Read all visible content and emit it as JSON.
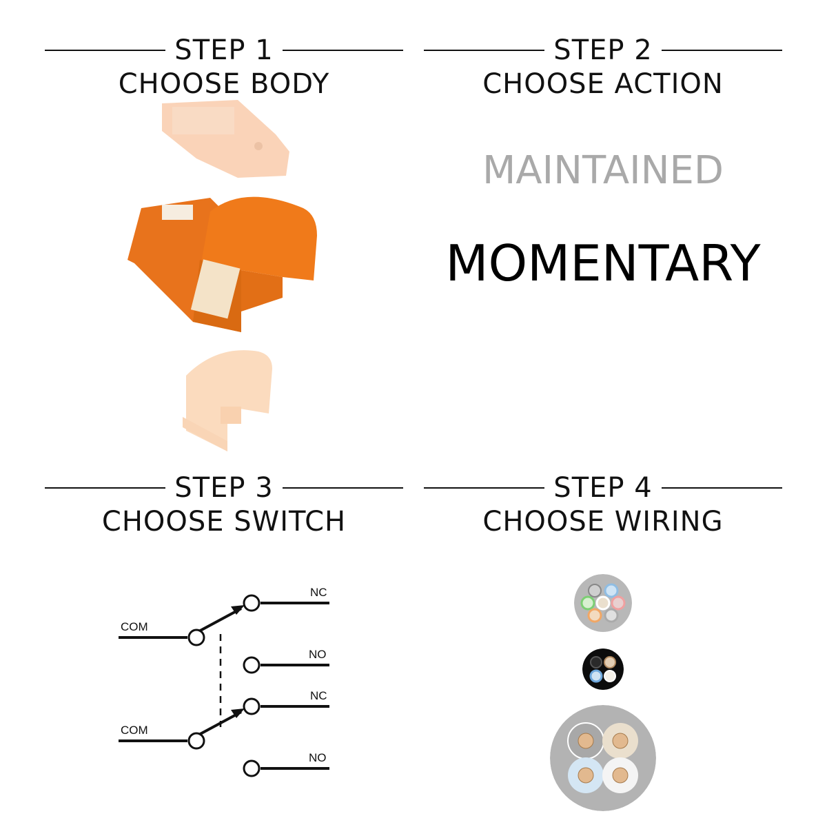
{
  "step1": {
    "step": "STEP 1",
    "title": "CHOOSE BODY"
  },
  "step2": {
    "step": "STEP 2",
    "title": "CHOOSE ACTION",
    "options": [
      {
        "label": "MAINTAINED",
        "selected": false
      },
      {
        "label": "MOMENTARY",
        "selected": true
      }
    ]
  },
  "step3": {
    "step": "STEP 3",
    "title": "CHOOSE SWITCH",
    "labels": {
      "com1": "COM",
      "nc1": "NC",
      "no1": "NO",
      "com2": "COM",
      "nc2": "NC",
      "no2": "NO"
    }
  },
  "step4": {
    "step": "STEP 4",
    "title": "CHOOSE WIRING"
  },
  "colors": {
    "accent_orange": "#f07a1a",
    "line": "#111111",
    "muted": "#a9a9a9"
  }
}
